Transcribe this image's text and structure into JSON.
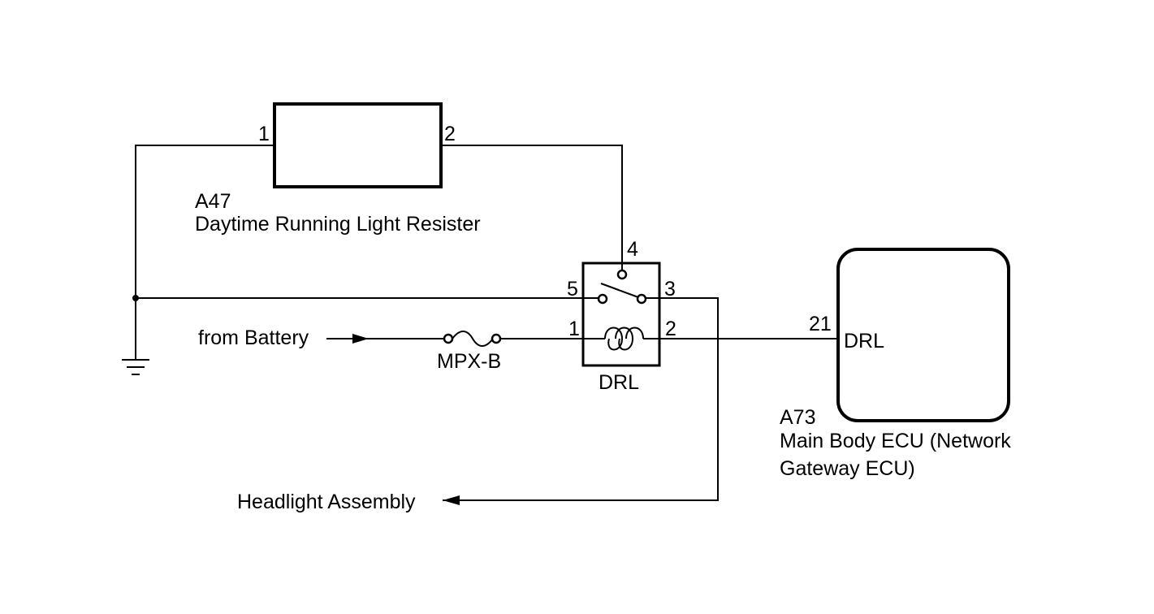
{
  "resistor": {
    "code": "A47",
    "name": "Daytime Running Light Resister",
    "pin1": "1",
    "pin2": "2"
  },
  "relay": {
    "name": "DRL",
    "pin4": "4",
    "pin5": "5",
    "pin3": "3",
    "pin1": "1",
    "pin2": "2"
  },
  "fuse": {
    "name": "MPX-B"
  },
  "source": {
    "label": "from Battery"
  },
  "output": {
    "label": "Headlight Assembly"
  },
  "ecu": {
    "code": "A73",
    "name_line1": "Main Body ECU (Network",
    "name_line2": "Gateway ECU)",
    "pin": "21",
    "terminal": "DRL"
  }
}
